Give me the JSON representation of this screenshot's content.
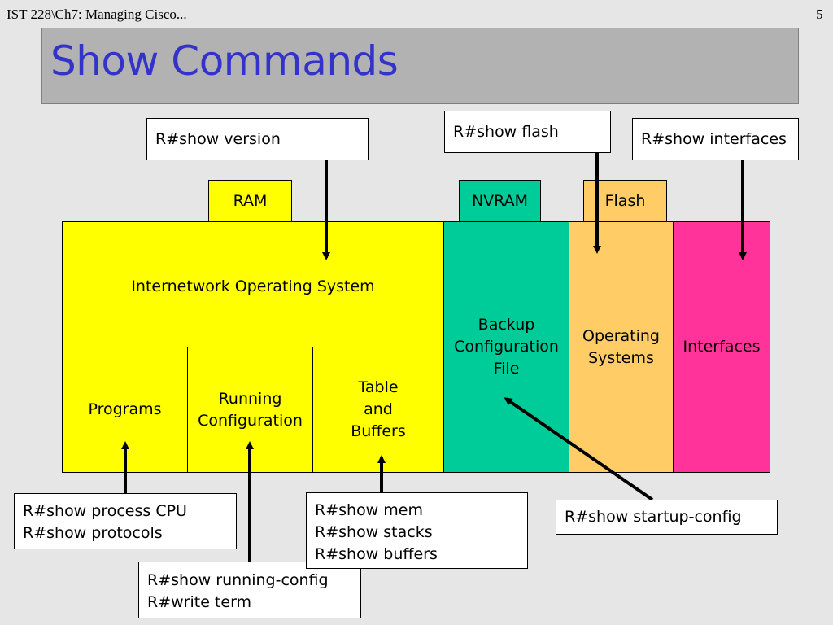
{
  "header": {
    "left": "IST 228\\Ch7: Managing Cisco...",
    "page_number": "5"
  },
  "title": "Show Commands",
  "memory_labels": {
    "ram": "RAM",
    "nvram": "NVRAM",
    "flash": "Flash"
  },
  "blocks": {
    "ios": "Internetwork Operating System",
    "programs": "Programs",
    "running_config": "Running\nConfiguration",
    "table_buffers": "Table\nand\nBuffers",
    "backup_config": "Backup\nConfiguration\nFile",
    "operating_systems": "Operating\nSystems",
    "interfaces": "Interfaces"
  },
  "commands": {
    "show_version": "R#show version",
    "show_flash": "R#show flash",
    "show_interfaces": "R#show interfaces",
    "process_protocols": "R#show process CPU\nR#show protocols",
    "running_write": "R#show running-config\nR#write term",
    "mem_stacks_buffers": "R#show mem\nR#show stacks\nR#show buffers",
    "startup_config": "R#show startup-config"
  },
  "colors": {
    "title_text": "#3333cc",
    "title_bar": "#b2b2b2",
    "ram": "#ffff00",
    "nvram": "#00cc99",
    "flash": "#ffcc66",
    "interfaces": "#ff3399",
    "background": "#e6e6e6"
  }
}
